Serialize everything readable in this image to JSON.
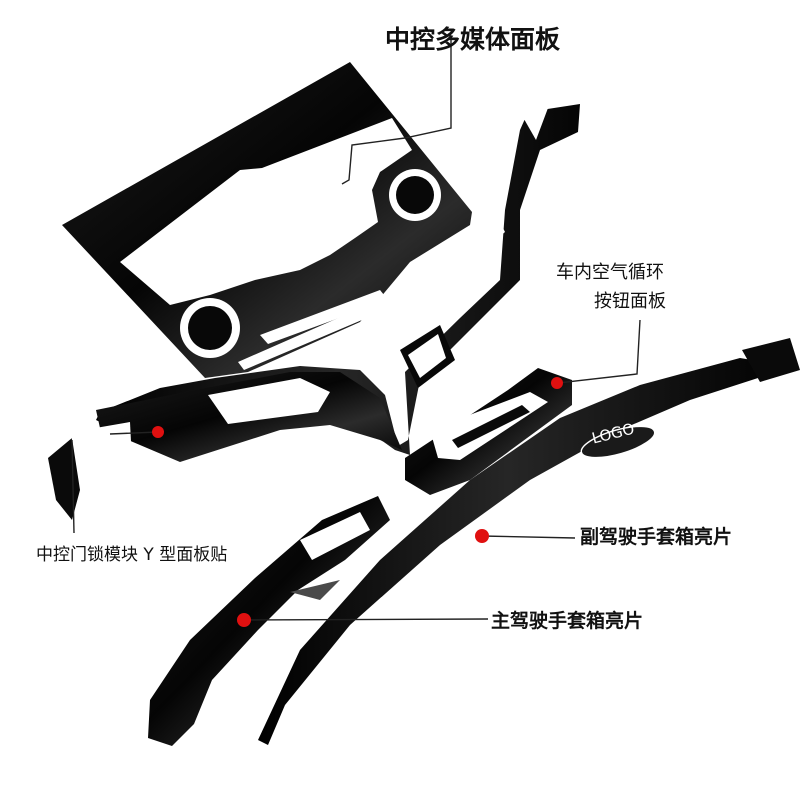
{
  "labels": {
    "center_media_panel": "中控多媒体面板",
    "air_circulation_line1": "车内空气循环",
    "air_circulation_line2": "按钮面板",
    "door_lock_y_panel": "中控门锁模块 Y 型面板贴",
    "passenger_glovebox_trim": "副驾驶手套箱亮片",
    "driver_glovebox_trim": "主驾驶手套箱亮片"
  },
  "logo_text": "LOGO",
  "colors": {
    "panel": "#080808",
    "panel_highlight": "#3a3a3a",
    "cutout": "#ffffff",
    "marker": "#e01010",
    "leader_line": "#222222",
    "text": "#111111"
  }
}
